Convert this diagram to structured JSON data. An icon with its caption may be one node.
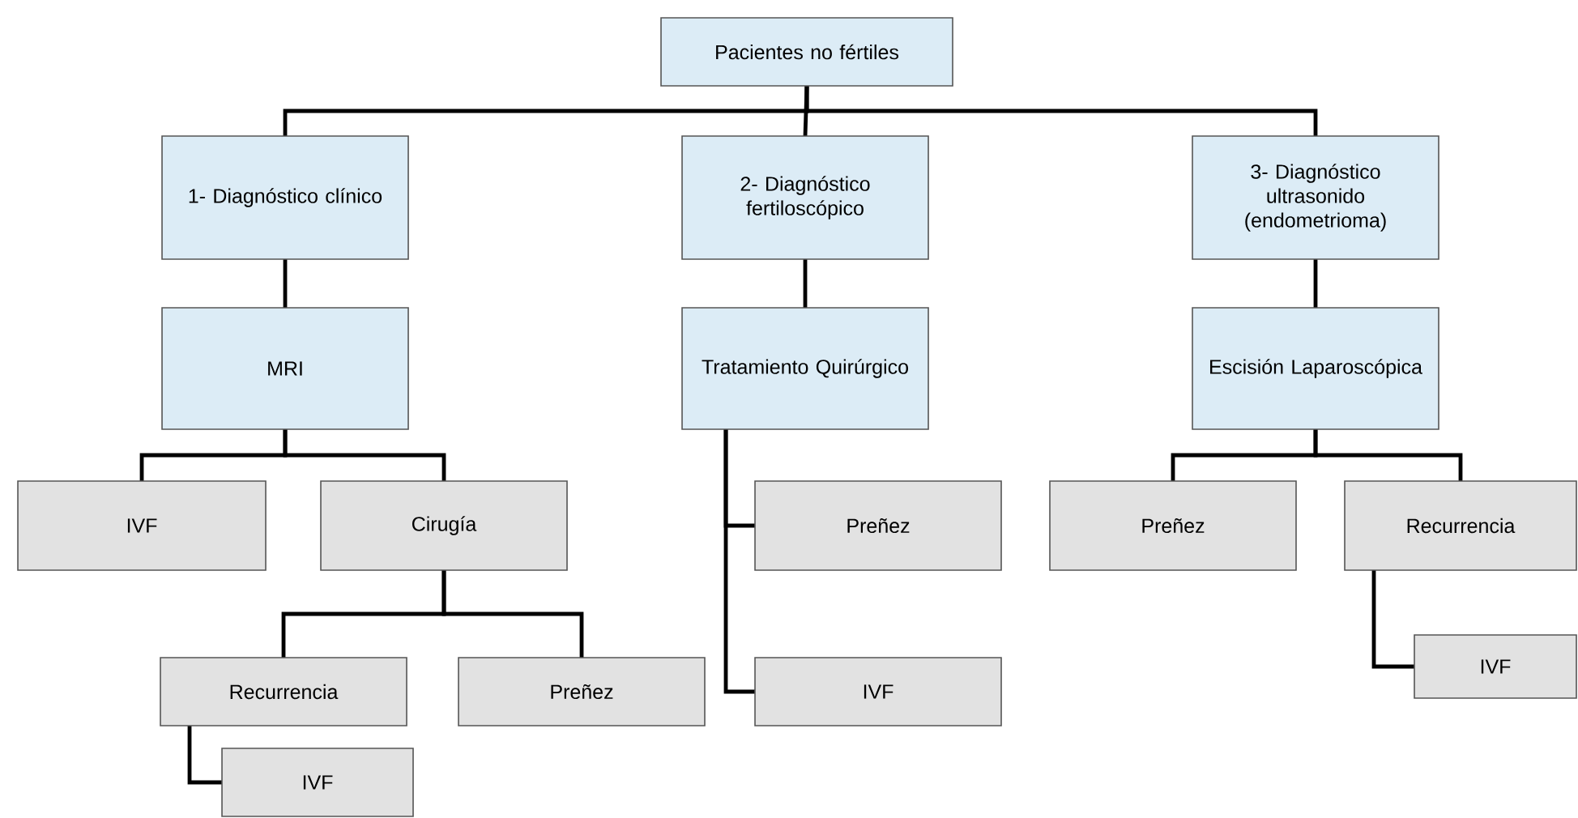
{
  "diagram": {
    "nodes": [
      {
        "text": [
          "Pacientes no fértiles"
        ]
      },
      {
        "text": [
          "1- Diagnóstico clínico"
        ]
      },
      {
        "text": [
          "2- Diagnóstico fertiloscópico"
        ]
      },
      {
        "text": [
          "3- Diagnóstico ultrasonido (endometrioma)"
        ]
      },
      {
        "text": [
          "MRI"
        ]
      },
      {
        "text": [
          "Tratamiento Quirúrgico"
        ]
      },
      {
        "text": [
          "Escisión Laparoscópica"
        ]
      },
      {
        "text": [
          "IVF"
        ]
      },
      {
        "text": [
          "Cirugía"
        ]
      },
      {
        "text": [
          "Preñez"
        ]
      },
      {
        "text": [
          "Preñez"
        ]
      },
      {
        "text": [
          "Recurrencia"
        ]
      },
      {
        "text": [
          "Recurrencia"
        ]
      },
      {
        "text": [
          "Preñez"
        ]
      },
      {
        "text": [
          "IVF"
        ]
      },
      {
        "text": [
          "IVF"
        ]
      },
      {
        "text": [
          "IVF"
        ]
      }
    ],
    "edges": [
      {
        "from": 0,
        "to": 1,
        "arrow": "none"
      },
      {
        "from": 0,
        "to": 2,
        "arrow": "none"
      },
      {
        "from": 0,
        "to": 3,
        "arrow": "none"
      },
      {
        "from": 1,
        "to": 4,
        "arrow": "none"
      },
      {
        "from": 2,
        "to": 5,
        "arrow": "none"
      },
      {
        "from": 3,
        "to": 6,
        "arrow": "none"
      },
      {
        "from": 4,
        "to": 7,
        "arrow": "none"
      },
      {
        "from": 4,
        "to": 8,
        "arrow": "none"
      },
      {
        "from": 5,
        "to": 9,
        "arrow": "none"
      },
      {
        "from": 5,
        "to": 14,
        "arrow": "none"
      },
      {
        "from": 6,
        "to": 10,
        "arrow": "none"
      },
      {
        "from": 6,
        "to": 11,
        "arrow": "none"
      },
      {
        "from": 8,
        "to": 12,
        "arrow": "none"
      },
      {
        "from": 8,
        "to": 13,
        "arrow": "none"
      },
      {
        "from": 11,
        "to": 15,
        "arrow": "none"
      },
      {
        "from": 12,
        "to": 16,
        "arrow": "none"
      }
    ]
  }
}
